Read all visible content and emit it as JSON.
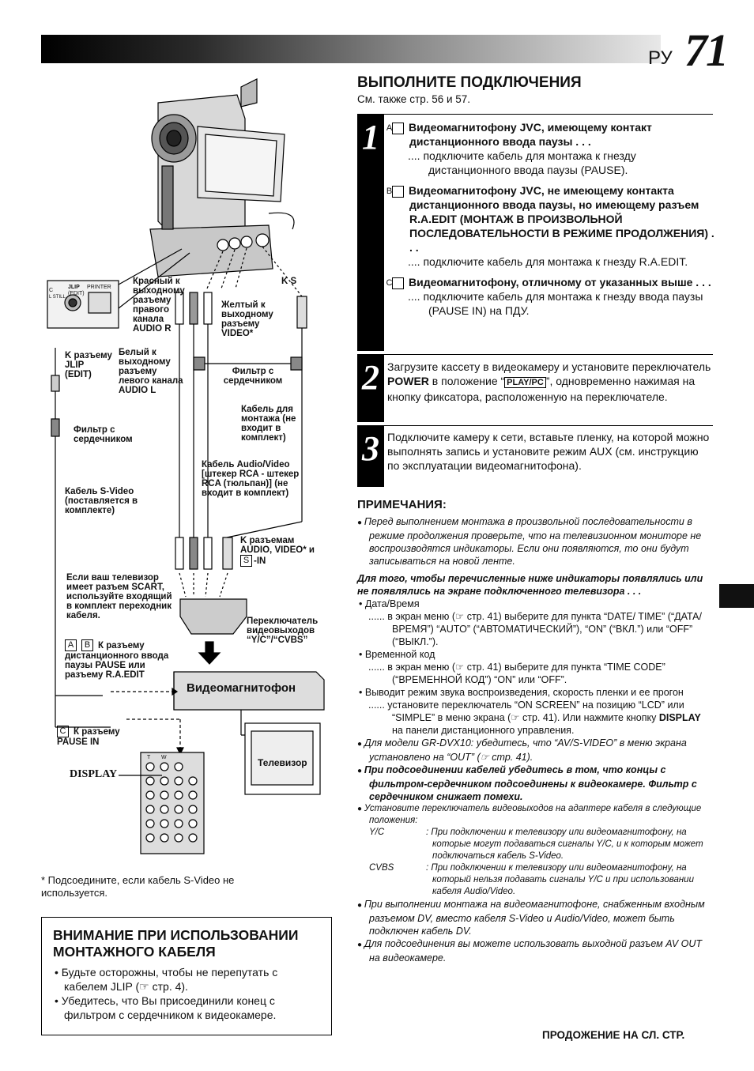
{
  "header": {
    "lang": "РУ",
    "page": "71"
  },
  "main": {
    "title": "ВЫПОЛНИТЕ ПОДКЛЮЧЕНИЯ",
    "see_also": "См. также стр. 56 и 57.",
    "step1": {
      "num": "1",
      "a_letter": "A",
      "a_title": "Видеомагнитофону JVC, имеющему контакт дистанционного ввода паузы . . .",
      "a_text": "подключите кабель для монтажа к гнезду дистанционного ввода паузы (PAUSE).",
      "b_letter": "B",
      "b_title": "Видеомагнитофону JVC, не имеющему контакта дистанционного ввода паузы, но имеющему разъем R.A.EDIT (МОНТАЖ В ПРОИЗВОЛЬНОЙ ПОСЛЕДОВАТЕЛЬНОСТИ В РЕЖИМЕ ПРОДОЛЖЕНИЯ) . . .",
      "b_text": "подключите кабель для монтажа к гнезду R.A.EDIT.",
      "c_letter": "C",
      "c_title": "Видеомагнитофону, отличному от указанных выше . . .",
      "c_text": "подключите кабель для монтажа к гнезду ввода паузы (PAUSE IN) на ПДУ.",
      "dots": "...."
    },
    "step2": {
      "num": "2",
      "text1": "Загрузите кассету в видеокамеру и установите переключатель ",
      "power": "POWER",
      "text2": " в положение “",
      "playpc": "PLAY/PC",
      "text3": "”, одновременно нажимая на кнопку фиксатора, расположенную на переключателе."
    },
    "step3": {
      "num": "3",
      "text": "Подключите камеру к сети, вставьте пленку, на которой можно выполнять запись и установите режим AUX (см. инструкцию по эксплуатации видеомагнитофона)."
    }
  },
  "notes": {
    "title": "ПРИМЕЧАНИЯ:",
    "n1": "Перед выполнением монтажа в произвольной последовательности в режиме продолжения проверьте, что на телевизионном мониторе не воспроизводятся индикаторы. Если они появляются, то они будут записываться на новой ленте.",
    "sub_title": "Для того, чтобы перечисленные ниже индикаторы появлялись или не появлялись на экране подключенного телевизора . . .",
    "d1": "Дата/Время",
    "d1_text": "...... в экран меню (☞ стр. 41) выберите для пункта “DATE/ TIME” (“ДАТА/ВРЕМЯ”) “AUTO” (“АВТОМАТИЧЕСКИЙ”), “ON” (“ВКЛ.”) или “OFF” (“ВЫКЛ.”).",
    "d2": "Временной код",
    "d2_text": "...... в экран меню (☞ стр. 41) выберите для пункта “TIME CODE” (“ВРЕМЕННОЙ КОД”) “ON” или “OFF”.",
    "d3": "Выводит режим звука воспроизведения, скорость пленки и ее прогон",
    "d3_text_a": "...... установите переключатель “ON SCREEN” на позицию “LCD” или “SIMPLE” в меню экрана (☞ стр. 41). Или нажмите кнопку ",
    "d3_display": "DISPLAY",
    "d3_text_b": " на панели дистанционного управления.",
    "n2": "Для модели GR-DVX10: убедитесь, что “AV/S-VIDEO” в меню экрана установлено на “OUT” (☞ стр. 41).",
    "n3": "При подсоединении кабелей убедитесь в том, что концы с фильтром-сердечником подсоединены к видеокамере. Фильтр с сердечником снижает помехи.",
    "n4": "Установите переключатель видеовыходов на адаптере кабеля в следующие положения:",
    "yc_label": "Y/C",
    "yc_text": ": При подключении к телевизору или видеомагнитофону, на которые могут подаваться сигналы Y/C, и к которым может подключаться кабель S-Video.",
    "cvbs_label": "CVBS",
    "cvbs_text": ": При подключении к телевизору или видеомагнитофону, на который нельзя подавать сигналы Y/C и при использовании кабеля Audio/Video.",
    "n5": "При выполнении монтажа на видеомагнитофоне, снабженным входным разъемом DV, вместо кабеля S-Video и Audio/Video, может быть подключен кабель DV.",
    "n6": "Для подсоединения вы можете использовать выходной разъем AV OUT на видеокамере."
  },
  "footer": {
    "continue": "ПРОДОЖЕНИЕ НА СЛ. СТР."
  },
  "footnote": "* Подсоедините, если кабель S-Video не используется.",
  "caution": {
    "title": "ВНИМАНИЕ ПРИ ИСПОЛЬЗОВАНИИ МОНТАЖНОГО КАБЕЛЯ",
    "b1": "Будьте осторожны, чтобы не перепутать с кабелем JLIP (☞ стр. 4).",
    "b2": "Убедитесь, что Вы присоединили конец с фильтром с сердечником к видеокамере."
  },
  "diagram": {
    "red_jack": "Красный к выходному разъему правого канала AUDIO R",
    "white_jack": "Белый к выходному разъему левого канала AUDIO L",
    "yellow_jack": "Желтый к выходному разъему VIDEO*",
    "ks": "K S",
    "k_jlip": "K разъему JLIP (EDIT)",
    "filter1": "Фильтр с сердечником",
    "filter2": "Фильтр с сердечником",
    "edit_cable": "Кабель для монтажа (не входит в комплект)",
    "av_cable": "Кабель Audio/Video [штекер RCA - штекер RCA (тюльпан)] (не входит в комплект)",
    "svideo_cable": "Кабель S-Video (поставляется в комплекте)",
    "k_inputs": "K разъемам AUDIO, VIDEO* и",
    "s_in_letter": "S",
    "s_in": "-IN",
    "scart": "Если ваш телевизор имеет разъем SCART, используйте входящий в комплект переходник кабеля.",
    "switch": "Переключатель видеовыходов “Y/C”/“CVBS”",
    "ab_a": "A",
    "ab_b": "B",
    "ab_text": "К разъему дистанционного ввода паузы PAUSE или разъему R.A.EDIT",
    "vcr": "Видеомагнитофон",
    "tv": "Телевизор",
    "c_letter": "C",
    "c_text": "К разъему PAUSE IN",
    "display": "DISPLAY",
    "jack_c": "C",
    "jack_jlip": "JLIP",
    "jack_edit": "(EDIT)",
    "jack_still": "L STILL",
    "jack_printer": "PRINTER",
    "remote_t": "T",
    "remote_w": "W"
  }
}
